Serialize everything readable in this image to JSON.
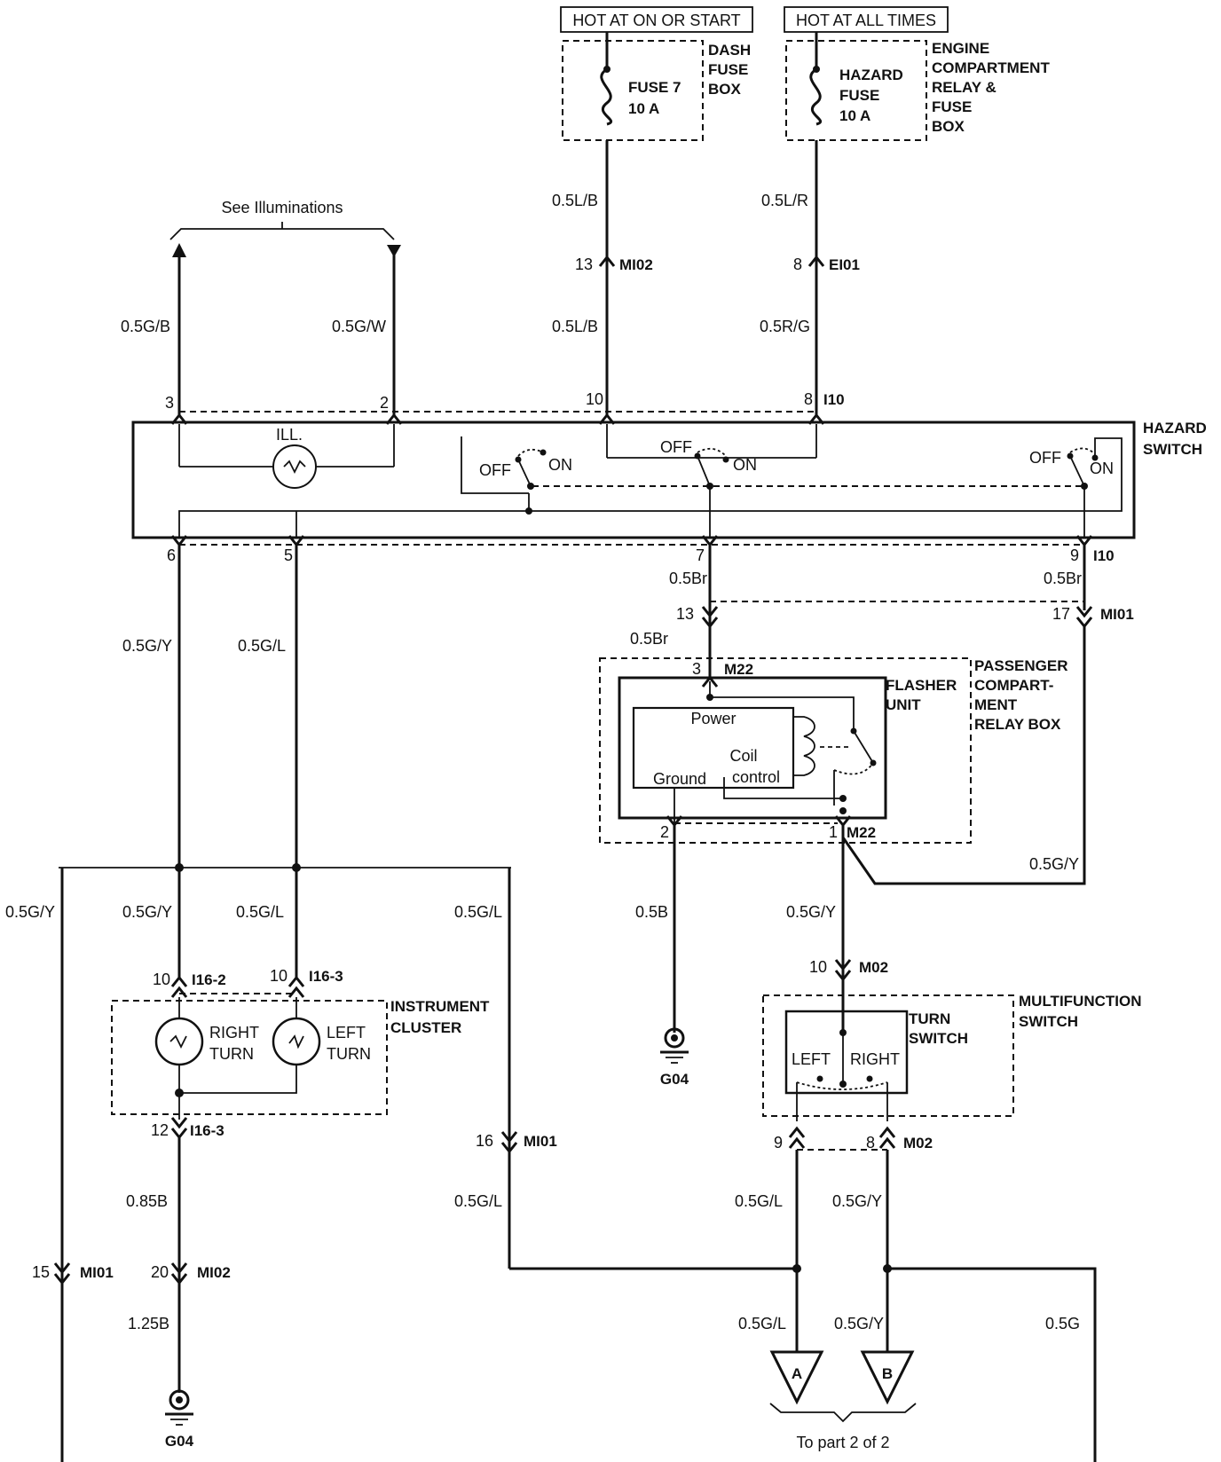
{
  "power": {
    "hot_on_start": "HOT AT ON OR START",
    "hot_all_times": "HOT AT ALL TIMES"
  },
  "dash_fuse_box": {
    "l1": "DASH",
    "l2": "FUSE",
    "l3": "BOX",
    "fuse_name": "FUSE 7",
    "fuse_rating": "10 A"
  },
  "engine_box": {
    "l1": "ENGINE",
    "l2": "COMPARTMENT",
    "l3": "RELAY &",
    "l4": "FUSE",
    "l5": "BOX",
    "fuse_l1": "HAZARD",
    "fuse_l2": "FUSE",
    "fuse_rating": "10 A"
  },
  "illumination": {
    "see": "See Illuminations",
    "wire_left": "0.5G/B",
    "wire_right": "0.5G/W",
    "pin_left": "3",
    "pin_right": "2",
    "lamp": "ILL."
  },
  "wires": {
    "lb_top": "0.5L/B",
    "lr_top": "0.5L/R",
    "lb_mid": "0.5L/B",
    "rg_mid": "0.5R/G",
    "gy_6": "0.5G/Y",
    "gl_5": "0.5G/L",
    "br_7": "0.5Br",
    "br_9": "0.5Br",
    "br_13": "0.5Br",
    "gy_m22": "0.5G/Y",
    "gy_left": "0.5G/Y",
    "gy_col1": "0.5G/Y",
    "gl_col2": "0.5G/L",
    "gl_col3": "0.5G/L",
    "b_g04": "0.5B",
    "gy_turn": "0.5G/Y",
    "b_085": "0.85B",
    "b_125": "1.25B",
    "gl_16": "0.5G/L",
    "gl_9": "0.5G/L",
    "gy_8": "0.5G/Y",
    "gl_a": "0.5G/L",
    "gy_b": "0.5G/Y",
    "g_return": "0.5G"
  },
  "connectors": {
    "mi02_13": {
      "pin": "13",
      "name": "MI02"
    },
    "ei01_8": {
      "pin": "8",
      "name": "EI01"
    },
    "i10_top": {
      "pins": [
        "10",
        "8"
      ],
      "name": "I10"
    },
    "i10_bottom": {
      "pins": [
        "6",
        "5",
        "7",
        "9"
      ],
      "name": "I10"
    },
    "mi01_top": {
      "pins": [
        "13",
        "17"
      ],
      "name": "MI01"
    },
    "m22_top": {
      "pin": "3",
      "name": "M22"
    },
    "m22_bottom": {
      "pins": [
        "2",
        "1"
      ],
      "name": "M22"
    },
    "m02_10": {
      "pin": "10",
      "name": "M02"
    },
    "i16_2": {
      "pin": "10",
      "name": "I16-2"
    },
    "i16_3_top": {
      "pin": "10",
      "name": "I16-3"
    },
    "i16_3_bottom": {
      "pin": "12",
      "name": "I16-3"
    },
    "mi01_16": {
      "pin": "16",
      "name": "MI01"
    },
    "m02_bottom": {
      "pins": [
        "9",
        "8"
      ],
      "name": "M02"
    },
    "mi01_15": {
      "pin": "15",
      "name": "MI01"
    },
    "mi02_20": {
      "pin": "20",
      "name": "MI02"
    }
  },
  "hazard_switch": {
    "l1": "HAZARD",
    "l2": "SWITCH",
    "off": "OFF",
    "on": "ON"
  },
  "flasher": {
    "l1": "FLASHER",
    "l2": "UNIT",
    "power": "Power",
    "coil1": "Coil",
    "coil2": "control",
    "ground": "Ground"
  },
  "passenger_box": {
    "l1": "PASSENGER",
    "l2": "COMPART-",
    "l3": "MENT",
    "l4": "RELAY BOX"
  },
  "instrument": {
    "l1": "INSTRUMENT",
    "l2": "CLUSTER",
    "right1": "RIGHT",
    "right2": "TURN",
    "left1": "LEFT",
    "left2": "TURN"
  },
  "multifunction": {
    "l1": "MULTIFUNCTION",
    "l2": "SWITCH",
    "turn1": "TURN",
    "turn2": "SWITCH",
    "left": "LEFT",
    "right": "RIGHT"
  },
  "grounds": {
    "g04_flasher": "G04",
    "g04_cluster": "G04"
  },
  "outputs": {
    "a": "A",
    "b": "B",
    "to_part": "To part 2 of 2"
  }
}
